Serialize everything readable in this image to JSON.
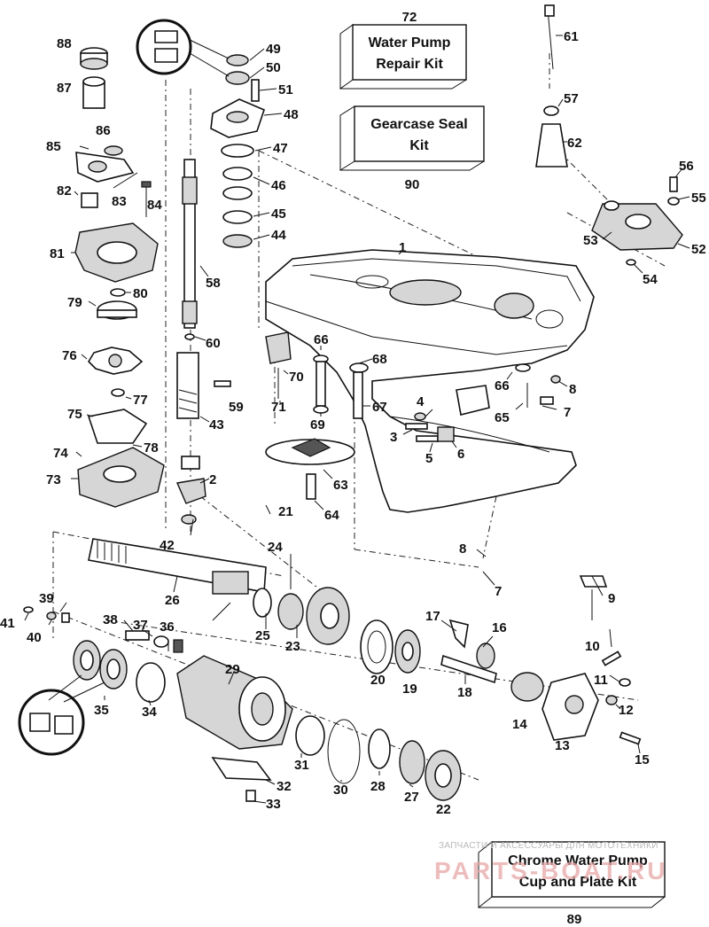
{
  "kits": [
    {
      "id": "kit-72",
      "number": "72",
      "line1": "Water Pump",
      "line2": "Repair Kit"
    },
    {
      "id": "kit-90",
      "number": "90",
      "line1": "Gearcase Seal",
      "line2": "Kit"
    },
    {
      "id": "kit-89",
      "number": "89",
      "line1": "Chrome Water Pump",
      "line2": "Cup and Plate Kit"
    }
  ],
  "watermark": {
    "line1": "ЗАПЧАСТИ И АКСЕССУАРЫ ДЛЯ МОТОТЕХНИКИ",
    "line2": "PARTS-BOAT.RU"
  },
  "part_numbers": [
    "1",
    "2",
    "3",
    "4",
    "5",
    "6",
    "7",
    "7",
    "8",
    "8",
    "9",
    "10",
    "11",
    "12",
    "13",
    "14",
    "15",
    "16",
    "17",
    "18",
    "19",
    "20",
    "21",
    "22",
    "23",
    "24",
    "25",
    "26",
    "27",
    "28",
    "29",
    "30",
    "31",
    "32",
    "33",
    "34",
    "35",
    "36",
    "37",
    "38",
    "39",
    "40",
    "41",
    "42",
    "43",
    "44",
    "45",
    "46",
    "47",
    "48",
    "49",
    "50",
    "51",
    "52",
    "53",
    "54",
    "55",
    "56",
    "57",
    "58",
    "59",
    "60",
    "61",
    "62",
    "63",
    "64",
    "65",
    "66",
    "66",
    "67",
    "68",
    "69",
    "70",
    "71",
    "73",
    "74",
    "75",
    "76",
    "77",
    "78",
    "79",
    "80",
    "81",
    "82",
    "83",
    "84",
    "85",
    "86",
    "87",
    "88"
  ]
}
